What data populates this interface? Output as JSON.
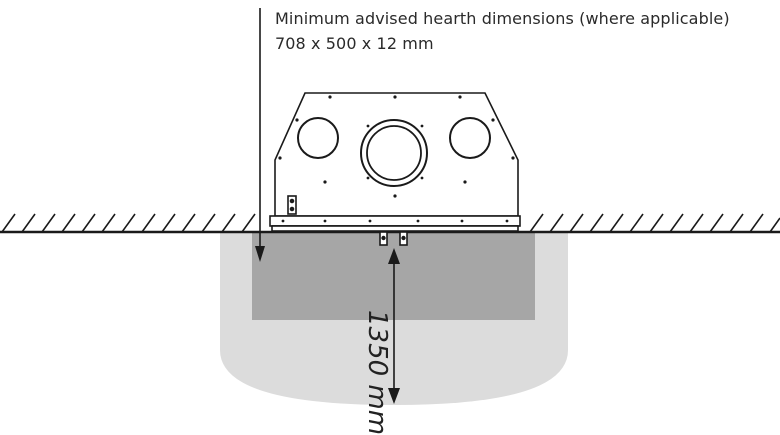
{
  "caption": {
    "line1": "Minimum advised hearth dimensions (where applicable)",
    "line2": "708 x 500 x 12 mm"
  },
  "dimension": {
    "label": "1350 mm"
  },
  "colors": {
    "line": "#1a1a1a",
    "hearth_fill": "#a6a6a6",
    "clearance_fill": "#dcdcdc",
    "background": "#ffffff"
  }
}
